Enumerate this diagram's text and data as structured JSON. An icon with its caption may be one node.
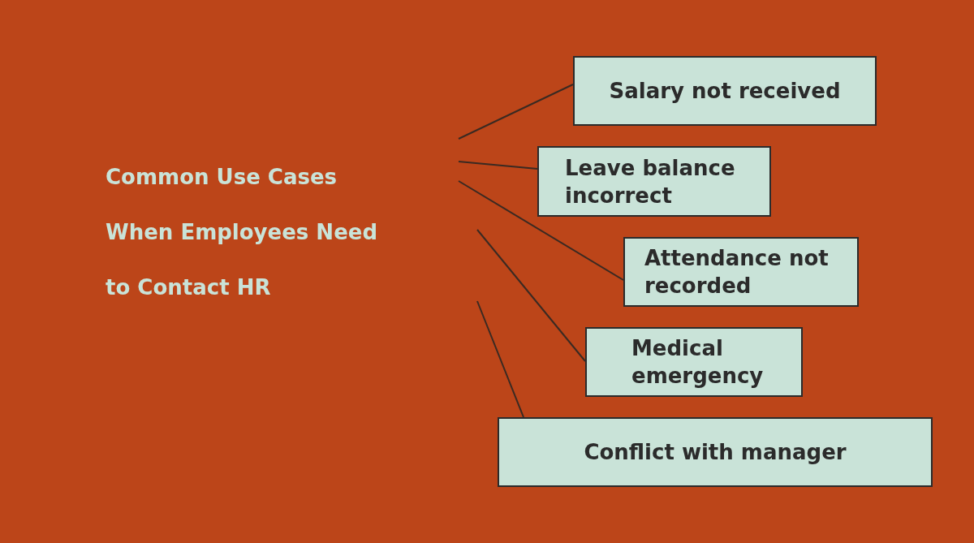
{
  "diagram": {
    "title": "Common Use Cases When Employees Need to Contact HR",
    "nodes": [
      {
        "text": [
          "Salary not received"
        ]
      },
      {
        "text": [
          "Leave balance incorrect"
        ]
      },
      {
        "text": [
          "Attendance not recorded"
        ]
      },
      {
        "text": [
          "Medical emergency"
        ]
      },
      {
        "text": [
          "Conflict with manager"
        ]
      }
    ],
    "edges": [
      {
        "from": null,
        "to": 0,
        "arrow": "none"
      },
      {
        "from": null,
        "to": 1,
        "arrow": "none"
      },
      {
        "from": null,
        "to": 2,
        "arrow": "none"
      },
      {
        "from": null,
        "to": 3,
        "arrow": "none"
      },
      {
        "from": null,
        "to": 4,
        "arrow": "none"
      }
    ]
  }
}
